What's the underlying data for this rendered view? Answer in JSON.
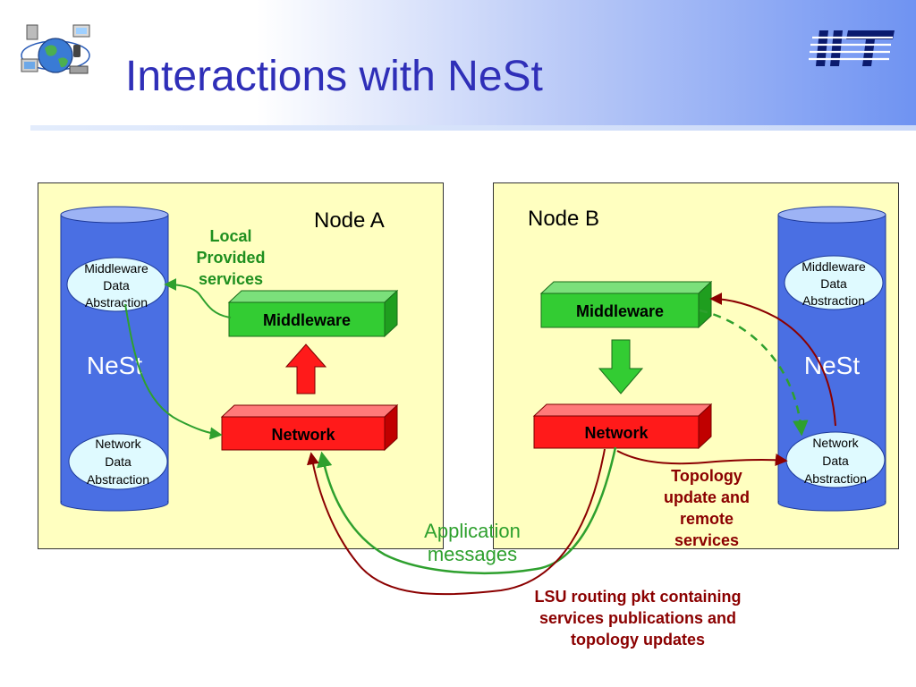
{
  "slide": {
    "title": "Interactions with NeSt"
  },
  "node_a": {
    "label": "Node A",
    "store_label": "NeSt",
    "middleware_abstraction": [
      "Middleware",
      "Data",
      "Abstraction"
    ],
    "network_abstraction": [
      "Network",
      "Data",
      "Abstraction"
    ],
    "middleware_block": "Middleware",
    "network_block": "Network",
    "local_services_note": [
      "Local",
      "Provided",
      "services"
    ]
  },
  "node_b": {
    "label": "Node B",
    "store_label": "NeSt",
    "middleware_abstraction": [
      "Middleware",
      "Data",
      "Abstraction"
    ],
    "network_abstraction": [
      "Network",
      "Data",
      "Abstraction"
    ],
    "middleware_block": "Middleware",
    "network_block": "Network",
    "topology_note": [
      "Topology",
      "update and",
      "remote",
      "services"
    ]
  },
  "annotations": {
    "application_messages": [
      "Application",
      "messages"
    ],
    "lsu_note": [
      "LSU routing pkt containing",
      "services publications and",
      "topology updates"
    ]
  },
  "colors": {
    "title": "#2f2fb8",
    "node_background": "#ffffc0",
    "cylinder": "#4a6fe3",
    "middleware_green": "#33cc33",
    "network_red": "#ff1a1a",
    "arrow_green": "#2ea02e",
    "arrow_darkred": "#8b0000",
    "ellipse_fill": "#dffaff"
  },
  "icons": {
    "clipart": "globe-computer-clipart",
    "logo": "iit-logo"
  }
}
